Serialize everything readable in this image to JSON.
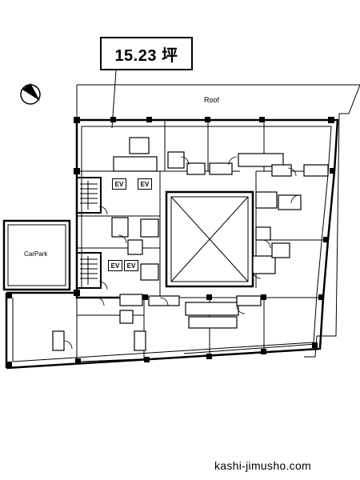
{
  "plan": {
    "area_label": "15.23 坪",
    "roof_label": "Roof",
    "carpark_label": "CarPark",
    "elevator_labels": [
      "EV",
      "EV",
      "EV",
      "EV"
    ],
    "compass": "compass-icon"
  },
  "footer": {
    "site": "kashi-jimusho.com"
  }
}
